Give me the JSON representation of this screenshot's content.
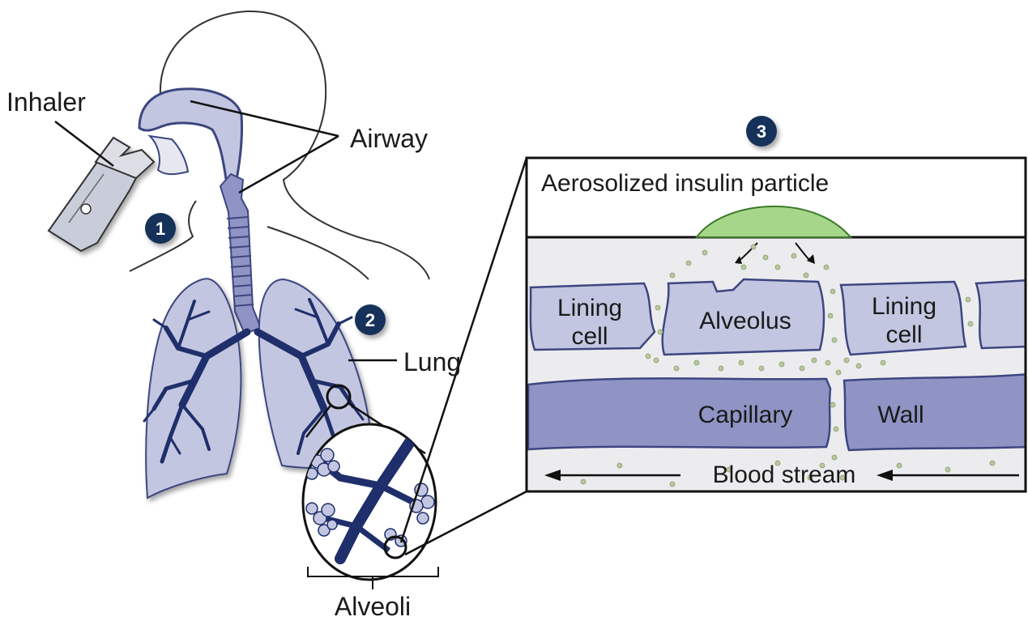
{
  "labels": {
    "inhaler": "Inhaler",
    "airway": "Airway",
    "lung": "Lung",
    "alveoli": "Alveoli",
    "aerosolized_particle": "Aerosolized insulin particle",
    "lining_cell_left_line1": "Lining",
    "lining_cell_left_line2": "cell",
    "alveolus": "Alveolus",
    "lining_cell_right_line1": "Lining",
    "lining_cell_right_line2": "cell",
    "capillary": "Capillary",
    "wall": "Wall",
    "blood_stream": "Blood stream"
  },
  "steps": [
    "1",
    "2",
    "3"
  ],
  "colors": {
    "tissue_fill": "#c3c6e0",
    "tissue_stroke": "#3d4680",
    "capillary_fill": "#8f94c4",
    "bronchi": "#1f2f6b",
    "step_badge": "#14305a",
    "particle_fill": "#a6d68a",
    "particle_stroke": "#3d7a2a",
    "detail_bg": "#ececef"
  }
}
